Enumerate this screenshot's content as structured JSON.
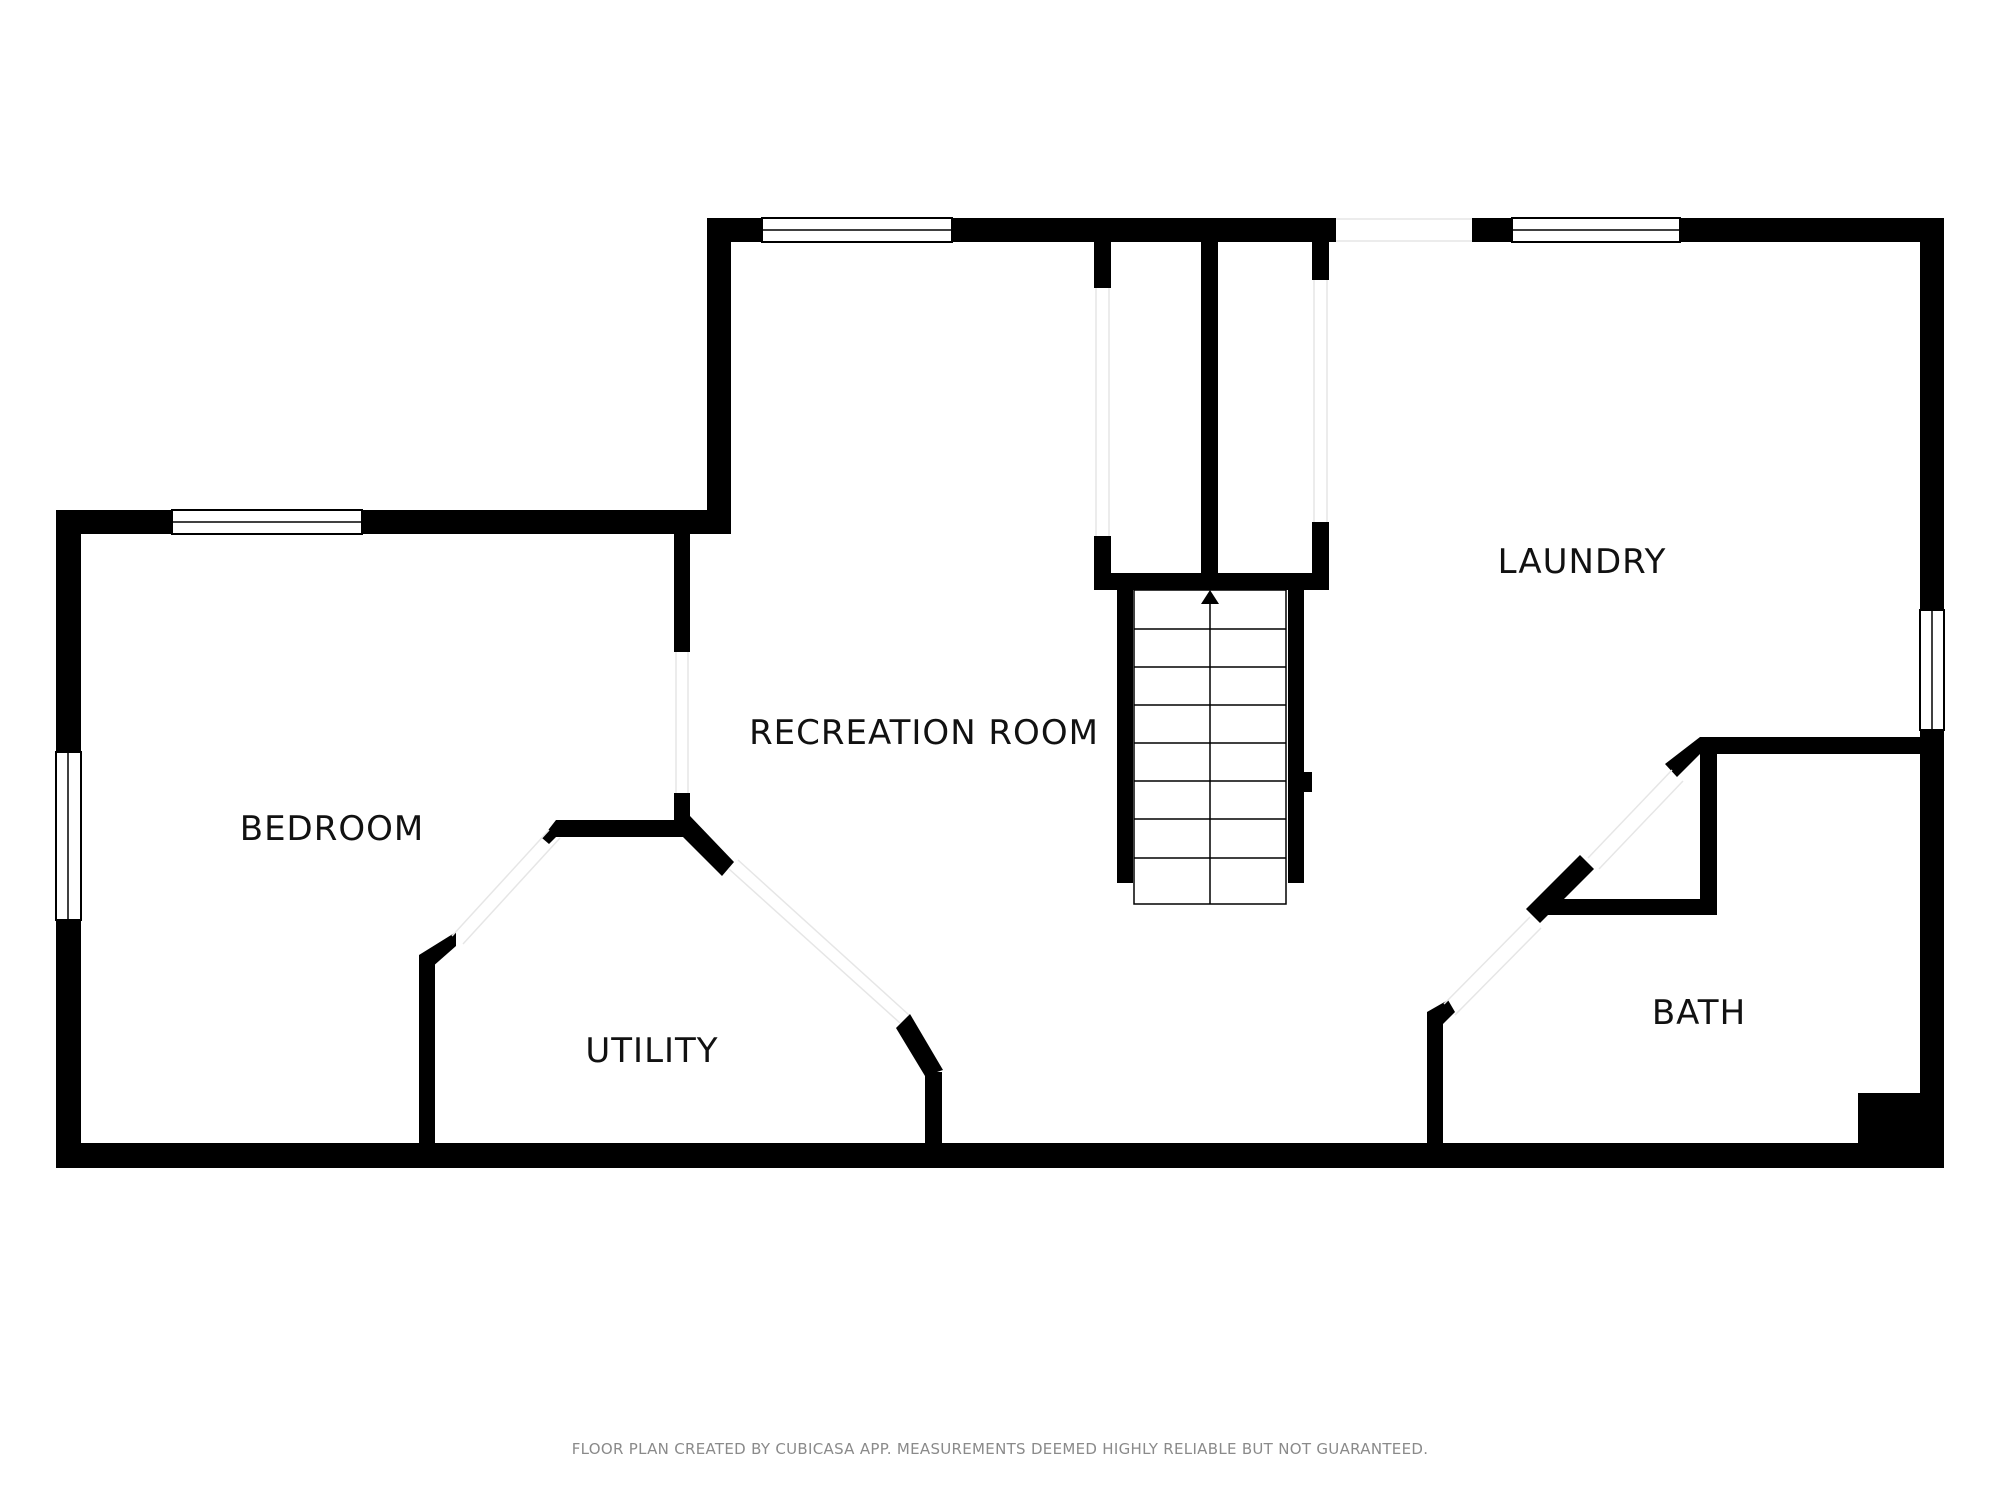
{
  "rooms": {
    "bedroom": "BEDROOM",
    "recreation_room": "RECREATION ROOM",
    "laundry": "LAUNDRY",
    "utility": "UTILITY",
    "bath": "BATH"
  },
  "footer": "FLOOR PLAN CREATED BY CUBICASA APP. MEASUREMENTS DEEMED HIGHLY RELIABLE BUT NOT GUARANTEED.",
  "colors": {
    "wall": "#000000",
    "background": "#ffffff",
    "footer_text": "#8a8a8a"
  },
  "stair_direction_icon": "arrow-up-icon"
}
